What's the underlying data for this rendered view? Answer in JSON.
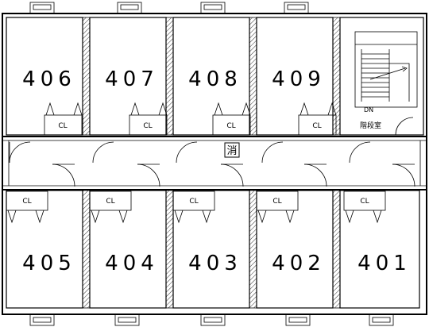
{
  "rooms_top": [
    {
      "number": "406",
      "closet": "CL"
    },
    {
      "number": "407",
      "closet": "CL"
    },
    {
      "number": "408",
      "closet": "CL"
    },
    {
      "number": "409",
      "closet": "CL"
    }
  ],
  "rooms_bottom": [
    {
      "number": "405",
      "closet": "CL"
    },
    {
      "number": "404",
      "closet": "CL"
    },
    {
      "number": "403",
      "closet": "CL"
    },
    {
      "number": "402",
      "closet": "CL"
    },
    {
      "number": "401",
      "closet": "CL"
    }
  ],
  "stair": {
    "label": "階段室",
    "direction": "DN"
  },
  "corridor": {
    "extinguisher_mark": "消"
  }
}
